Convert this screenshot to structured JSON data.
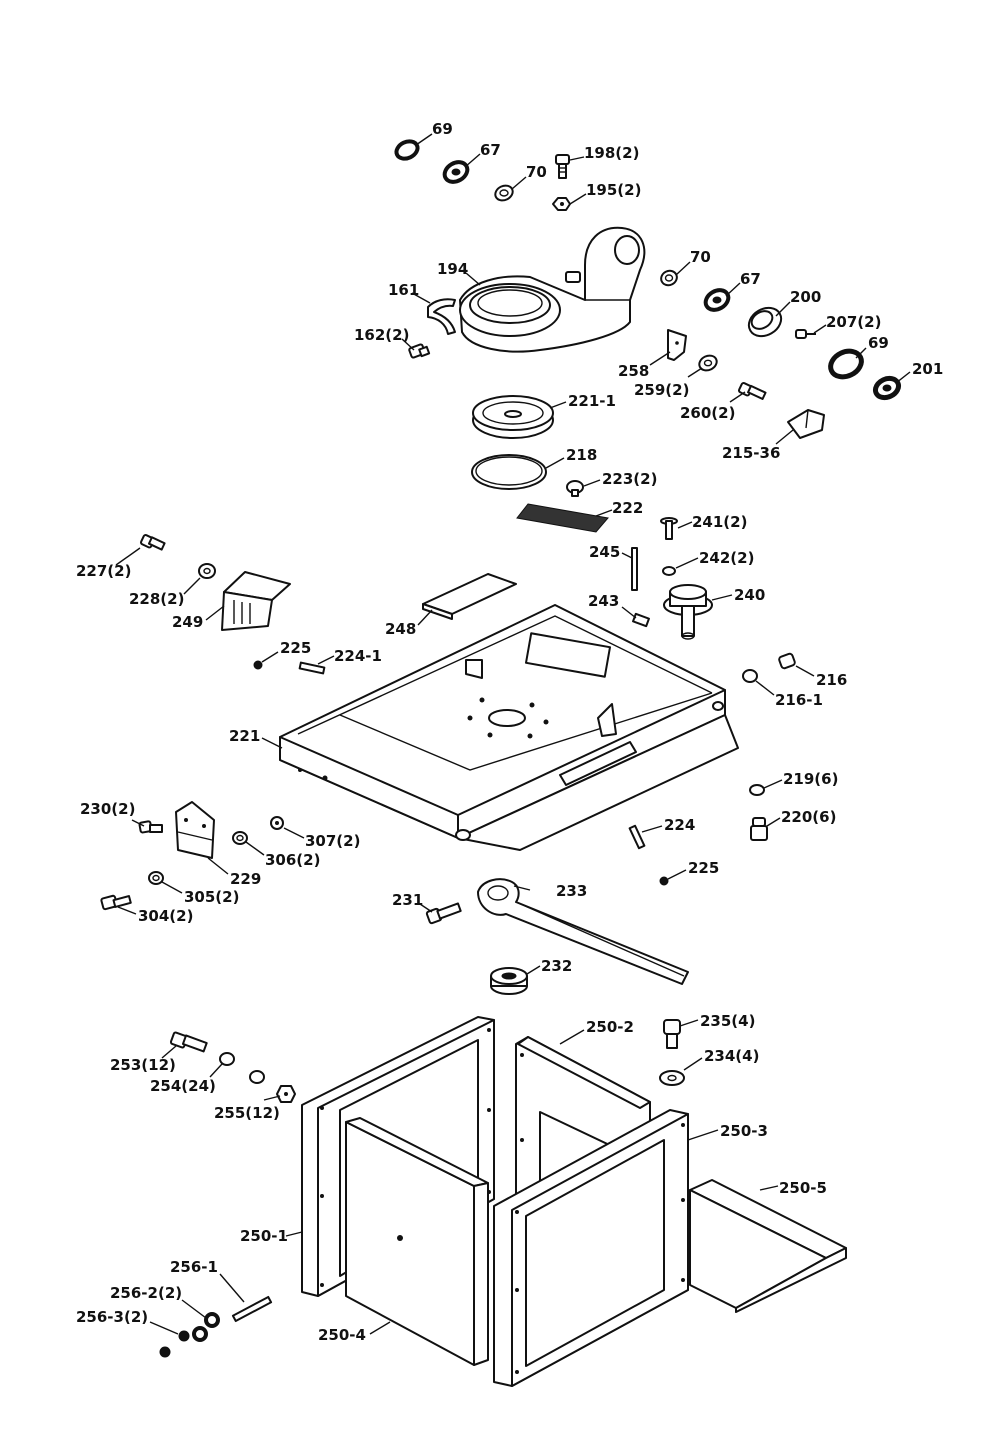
{
  "labels": [
    {
      "id": "p69a",
      "text": "69"
    },
    {
      "id": "p67a",
      "text": "67"
    },
    {
      "id": "p70a",
      "text": "70"
    },
    {
      "id": "p198",
      "text": "198(2)"
    },
    {
      "id": "p195",
      "text": "195(2)"
    },
    {
      "id": "p194",
      "text": "194"
    },
    {
      "id": "p161",
      "text": "161"
    },
    {
      "id": "p162",
      "text": "162(2)"
    },
    {
      "id": "p70b",
      "text": "70"
    },
    {
      "id": "p67b",
      "text": "67"
    },
    {
      "id": "p200",
      "text": "200"
    },
    {
      "id": "p207",
      "text": "207(2)"
    },
    {
      "id": "p69b",
      "text": "69"
    },
    {
      "id": "p201",
      "text": "201"
    },
    {
      "id": "p258",
      "text": "258"
    },
    {
      "id": "p259",
      "text": "259(2)"
    },
    {
      "id": "p260",
      "text": "260(2)"
    },
    {
      "id": "p221_1",
      "text": "221-1"
    },
    {
      "id": "p215_36",
      "text": "215-36"
    },
    {
      "id": "p218",
      "text": "218"
    },
    {
      "id": "p223",
      "text": "223(2)"
    },
    {
      "id": "p222",
      "text": "222"
    },
    {
      "id": "p241",
      "text": "241(2)"
    },
    {
      "id": "p245",
      "text": "245"
    },
    {
      "id": "p242",
      "text": "242(2)"
    },
    {
      "id": "p227",
      "text": "227(2)"
    },
    {
      "id": "p228",
      "text": "228(2)"
    },
    {
      "id": "p249",
      "text": "249"
    },
    {
      "id": "p248",
      "text": "248"
    },
    {
      "id": "p243",
      "text": "243"
    },
    {
      "id": "p240",
      "text": "240"
    },
    {
      "id": "p225a",
      "text": "225"
    },
    {
      "id": "p224_1",
      "text": "224-1"
    },
    {
      "id": "p216",
      "text": "216"
    },
    {
      "id": "p216_1",
      "text": "216-1"
    },
    {
      "id": "p221",
      "text": "221"
    },
    {
      "id": "p219",
      "text": "219(6)"
    },
    {
      "id": "p230",
      "text": "230(2)"
    },
    {
      "id": "p307",
      "text": "307(2)"
    },
    {
      "id": "p224",
      "text": "224"
    },
    {
      "id": "p220",
      "text": "220(6)"
    },
    {
      "id": "p306",
      "text": "306(2)"
    },
    {
      "id": "p229",
      "text": "229"
    },
    {
      "id": "p225b",
      "text": "225"
    },
    {
      "id": "p305",
      "text": "305(2)"
    },
    {
      "id": "p304",
      "text": "304(2)"
    },
    {
      "id": "p231",
      "text": "231"
    },
    {
      "id": "p233",
      "text": "233"
    },
    {
      "id": "p232",
      "text": "232"
    },
    {
      "id": "p250_2",
      "text": "250-2"
    },
    {
      "id": "p235",
      "text": "235(4)"
    },
    {
      "id": "p234",
      "text": "234(4)"
    },
    {
      "id": "p253",
      "text": "253(12)"
    },
    {
      "id": "p254",
      "text": "254(24)"
    },
    {
      "id": "p255",
      "text": "255(12)"
    },
    {
      "id": "p250_3",
      "text": "250-3"
    },
    {
      "id": "p250_5",
      "text": "250-5"
    },
    {
      "id": "p250_1",
      "text": "250-1"
    },
    {
      "id": "p256_1",
      "text": "256-1"
    },
    {
      "id": "p256_2",
      "text": "256-2(2)"
    },
    {
      "id": "p256_3",
      "text": "256-3(2)"
    },
    {
      "id": "p250_4",
      "text": "250-4"
    }
  ]
}
